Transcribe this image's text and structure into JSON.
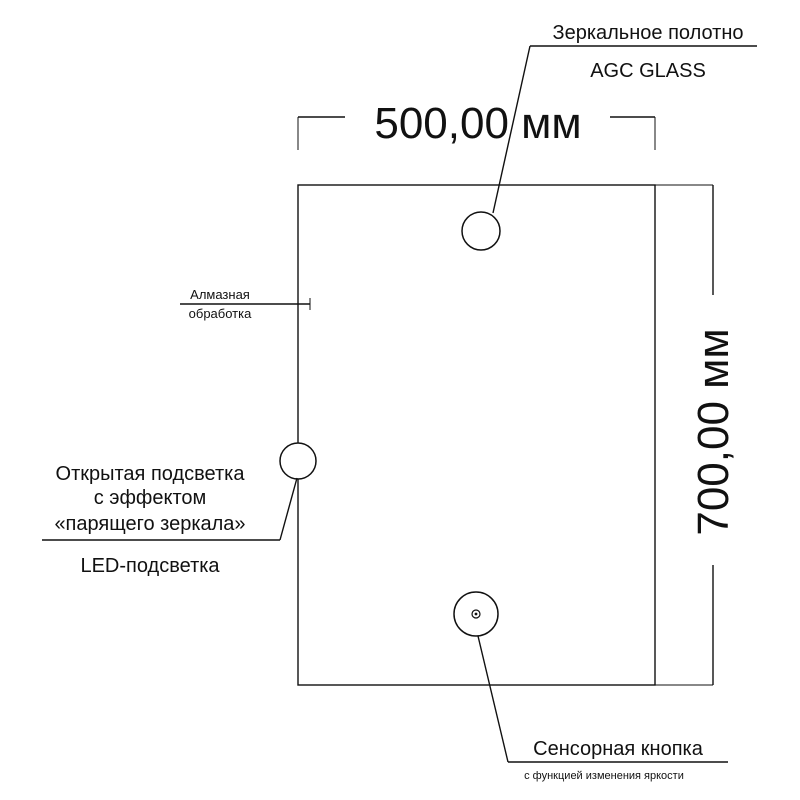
{
  "dimensions": {
    "width": "500,00 мм",
    "height": "700,00 мм"
  },
  "callouts": {
    "mirror_line1": "Зеркальное полотно",
    "mirror_line2": "AGC GLASS",
    "diamond_line1": "Алмазная",
    "diamond_line2": "обработка",
    "light_line1": "Открытая подсветка",
    "light_line2": "с эффектом",
    "light_line3": "«парящего зеркала»",
    "light_line4": "LED-подсветка",
    "button_line1": "Сенсорная кнопка",
    "button_line2": "с функцией изменения яркости"
  },
  "icons": {
    "top_circle": "circle-marker-icon",
    "side_circle": "circle-marker-icon",
    "button_circle": "touch-button-icon"
  }
}
